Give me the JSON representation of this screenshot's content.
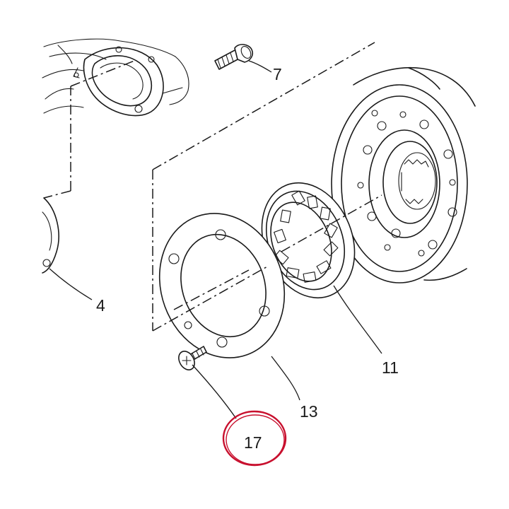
{
  "callouts": {
    "part_4": "4",
    "part_7": "7",
    "part_11": "11",
    "part_13": "13",
    "part_17": "17"
  },
  "highlight": {
    "color": "#c8102e",
    "target": "17"
  }
}
